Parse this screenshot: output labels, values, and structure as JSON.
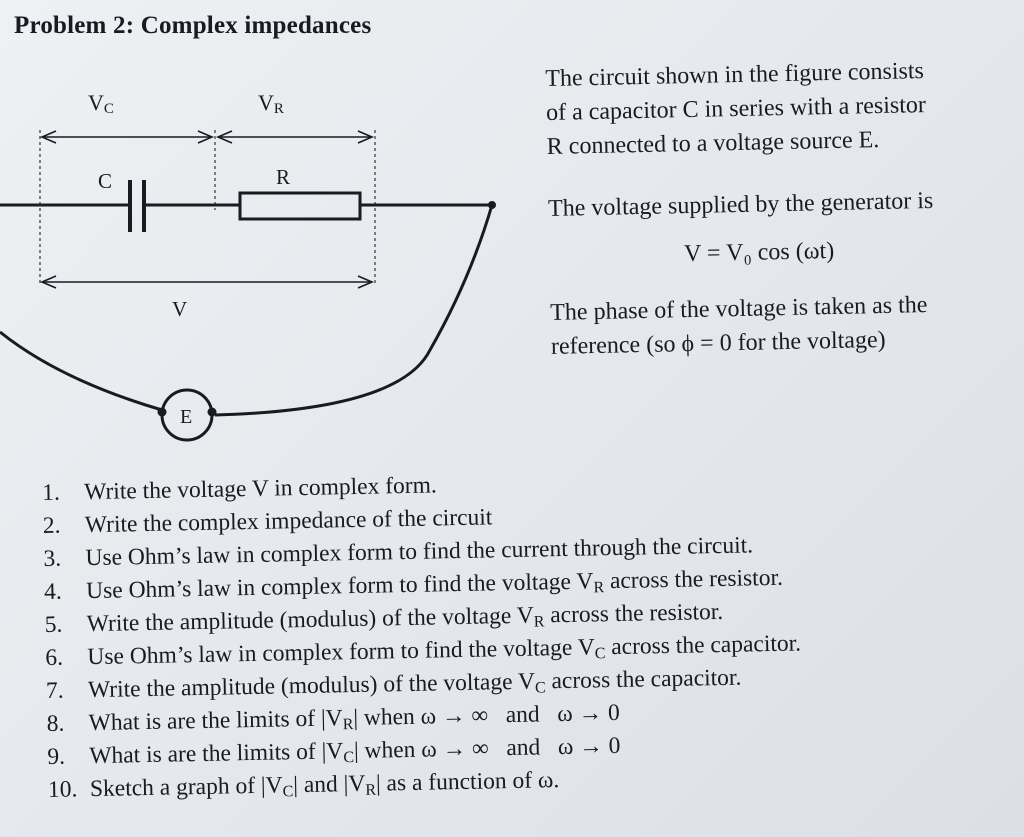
{
  "title": "Problem 2: Complex impedances",
  "circuit": {
    "label_vc": "V",
    "label_vc_sub": "C",
    "label_vr": "V",
    "label_vr_sub": "R",
    "label_c": "C",
    "label_r": "R",
    "label_v": "V",
    "label_e": "E"
  },
  "description": {
    "line1": "The circuit shown in the figure consists",
    "line2": "of a capacitor C in series with a resistor",
    "line3": "R connected to a voltage source E.",
    "line4": "The voltage supplied by the generator is",
    "equation": "V = V₀ cos (ωt)",
    "line5": "The phase of the voltage is taken as the",
    "line6": "reference (so ϕ = 0 for the voltage)"
  },
  "questions": [
    {
      "num": "1.",
      "text": "Write the voltage V in complex form."
    },
    {
      "num": "2.",
      "text": "Write the complex impedance of the circuit"
    },
    {
      "num": "3.",
      "text": "Use Ohm’s law in complex form to find the current through the circuit."
    },
    {
      "num": "4.",
      "text": "Use Ohm’s law in complex form to find the voltage Vᵣ across the resistor.",
      "pre": "Use Ohm’s law in complex form to find the voltage V",
      "sub": "R",
      "post": " across the resistor."
    },
    {
      "num": "5.",
      "pre": "Write the amplitude (modulus) of the voltage V",
      "sub": "R",
      "post": " across the resistor."
    },
    {
      "num": "6.",
      "pre": "Use Ohm’s law in complex form to find the voltage V",
      "sub": "C",
      "post": " across the capacitor."
    },
    {
      "num": "7.",
      "pre": "Write the amplitude (modulus) of the voltage V",
      "sub": "C",
      "post": " across the capacitor."
    },
    {
      "num": "8.",
      "pre": "What is are the limits of |V",
      "sub": "R",
      "post": "| when ω → ∞   and   ω → 0"
    },
    {
      "num": "9.",
      "pre": "What is are the limits of |V",
      "sub": "C",
      "post": "| when ω → ∞   and   ω → 0"
    },
    {
      "num": "10.",
      "pre": "Sketch a graph of |V",
      "sub": "C",
      "mid": "| and |V",
      "sub2": "R",
      "post": "| as a function of ω."
    }
  ]
}
